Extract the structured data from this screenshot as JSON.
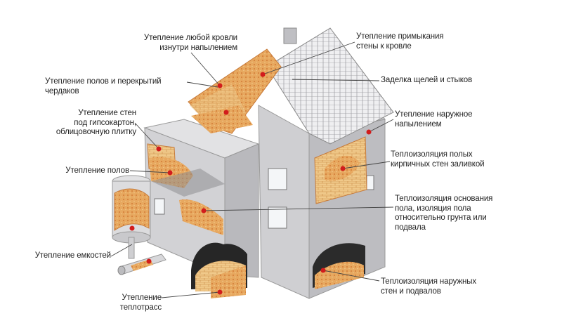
{
  "labels": {
    "roof_interior": "Утепление любой кровли\nизнутри напылением",
    "attic_floors": "Утепление полов и перекрытий чердаков",
    "walls_drywall": "Утепление стен\nпод гипсокартон,\nоблицовочную плитку",
    "floors": "Утепление полов",
    "tanks": "Утепление емкостей",
    "heating_mains": "Утепление теплотрасс",
    "wall_roof_junction": "Утепление примыкания\nстены к кровле",
    "gaps_joints": "Заделка щелей и стыков",
    "exterior_spray": "Утепление наружное\nнапылением",
    "hollow_brick_walls": "Теплоизоляция полых\nкирпичных стен заливкой",
    "floor_base": "Теплоизоляция основания\nпола, изоляция пола\nотносительно грунта или\nподвала",
    "exterior_basement_walls": "Теплоизоляция наружных\nстен и подвалов"
  },
  "colors": {
    "foam": "#e8a45a",
    "foam_dark": "#c96a2a",
    "marker": "#d21c1c",
    "wall": "#c9c9cc",
    "wall_dark": "#a7a7ab",
    "roof": "#e8e8ea",
    "leader": "#444444"
  }
}
